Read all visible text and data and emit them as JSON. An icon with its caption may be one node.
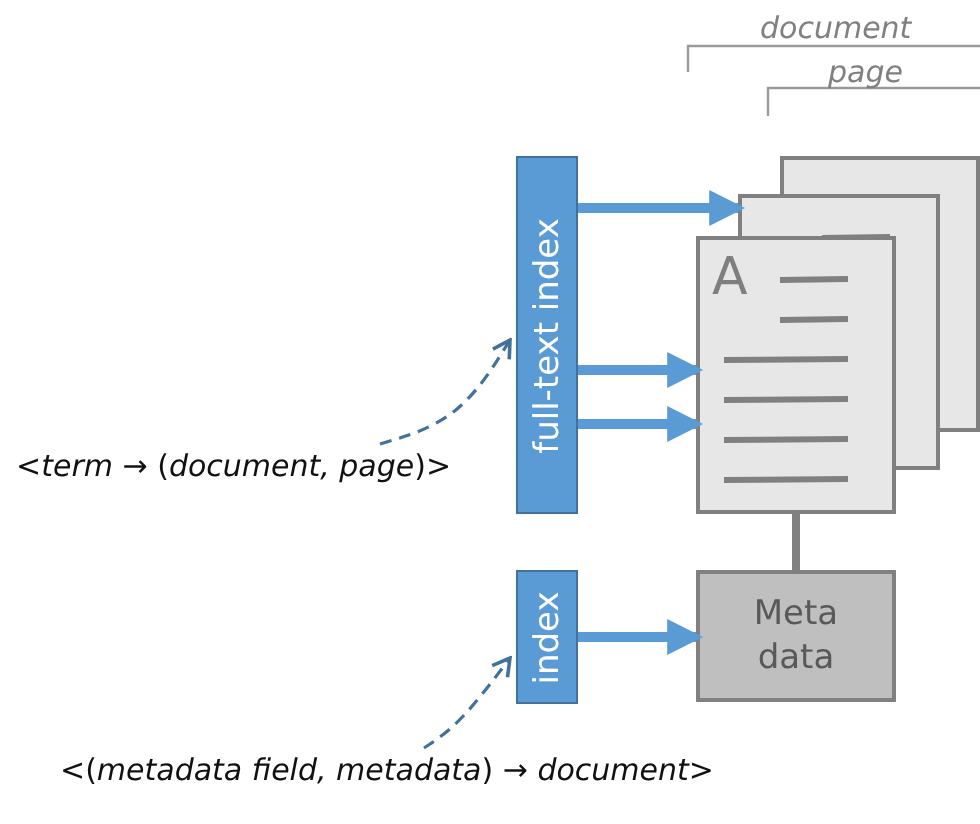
{
  "diagram": {
    "nodes": [
      {
        "text": [
          "full-text index"
        ]
      },
      {
        "text": [],
        "shape": "box"
      },
      {
        "text": [],
        "shape": "box"
      },
      {
        "text": [
          "A"
        ]
      },
      {
        "text": [
          "index"
        ]
      },
      {
        "text": [
          "Meta data"
        ]
      },
      {
        "text": [
          "<*term* → (*document, page*)>"
        ]
      },
      {
        "text": [
          "<(*metadata field, metadata*)  → *document*>"
        ]
      }
    ],
    "edges": [
      {
        "from": 0,
        "to": 2,
        "arrow": "to"
      },
      {
        "from": 0,
        "to": 3,
        "arrow": "to"
      },
      {
        "from": 0,
        "to": 3,
        "arrow": "to"
      },
      {
        "from": 4,
        "to": 5,
        "arrow": "to"
      },
      {
        "from": 3,
        "to": 5,
        "arrow": "none",
        "color": "#808080"
      },
      {
        "from": 6,
        "to": 0,
        "arrow": "to",
        "style": "dashed",
        "color": "#41719c"
      },
      {
        "from": 7,
        "to": 4,
        "arrow": "to",
        "style": "dashed",
        "color": "#41719c"
      }
    ],
    "labels": [
      "document",
      "page"
    ]
  }
}
